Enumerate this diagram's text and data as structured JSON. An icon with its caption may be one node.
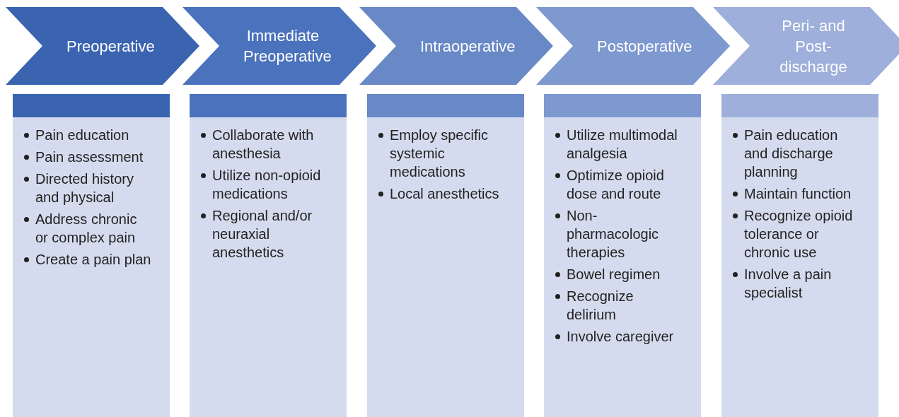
{
  "diagram": {
    "nodes": [
      {
        "text": [
          "Preoperative"
        ]
      },
      {
        "text": [
          "Immediate Preoperative"
        ]
      },
      {
        "text": [
          "Intraoperative"
        ]
      },
      {
        "text": [
          "Postoperative"
        ]
      },
      {
        "text": [
          "Peri- and Post-discharge"
        ]
      },
      {
        "text": [
          "Pain education",
          "Pain assessment",
          "Directed history and physical",
          "Address chronic or complex pain",
          "Create a pain plan"
        ]
      },
      {
        "text": [
          "Collaborate with anesthesia",
          "Utilize non-opioid medications",
          "Regional and/or neuraxial anesthetics"
        ]
      },
      {
        "text": [
          "Employ specific systemic medications",
          "Local anesthetics"
        ]
      },
      {
        "text": [
          "Utilize multimodal analgesia",
          "Optimize opioid dose and route",
          "Non-pharmacologic therapies",
          "Bowel regimen",
          "Recognize delirium",
          "Involve caregiver"
        ]
      },
      {
        "text": [
          "Pain education and discharge planning",
          "Maintain function",
          "Recognize opioid tolerance or chronic use",
          "Involve a pain specialist"
        ]
      }
    ]
  }
}
